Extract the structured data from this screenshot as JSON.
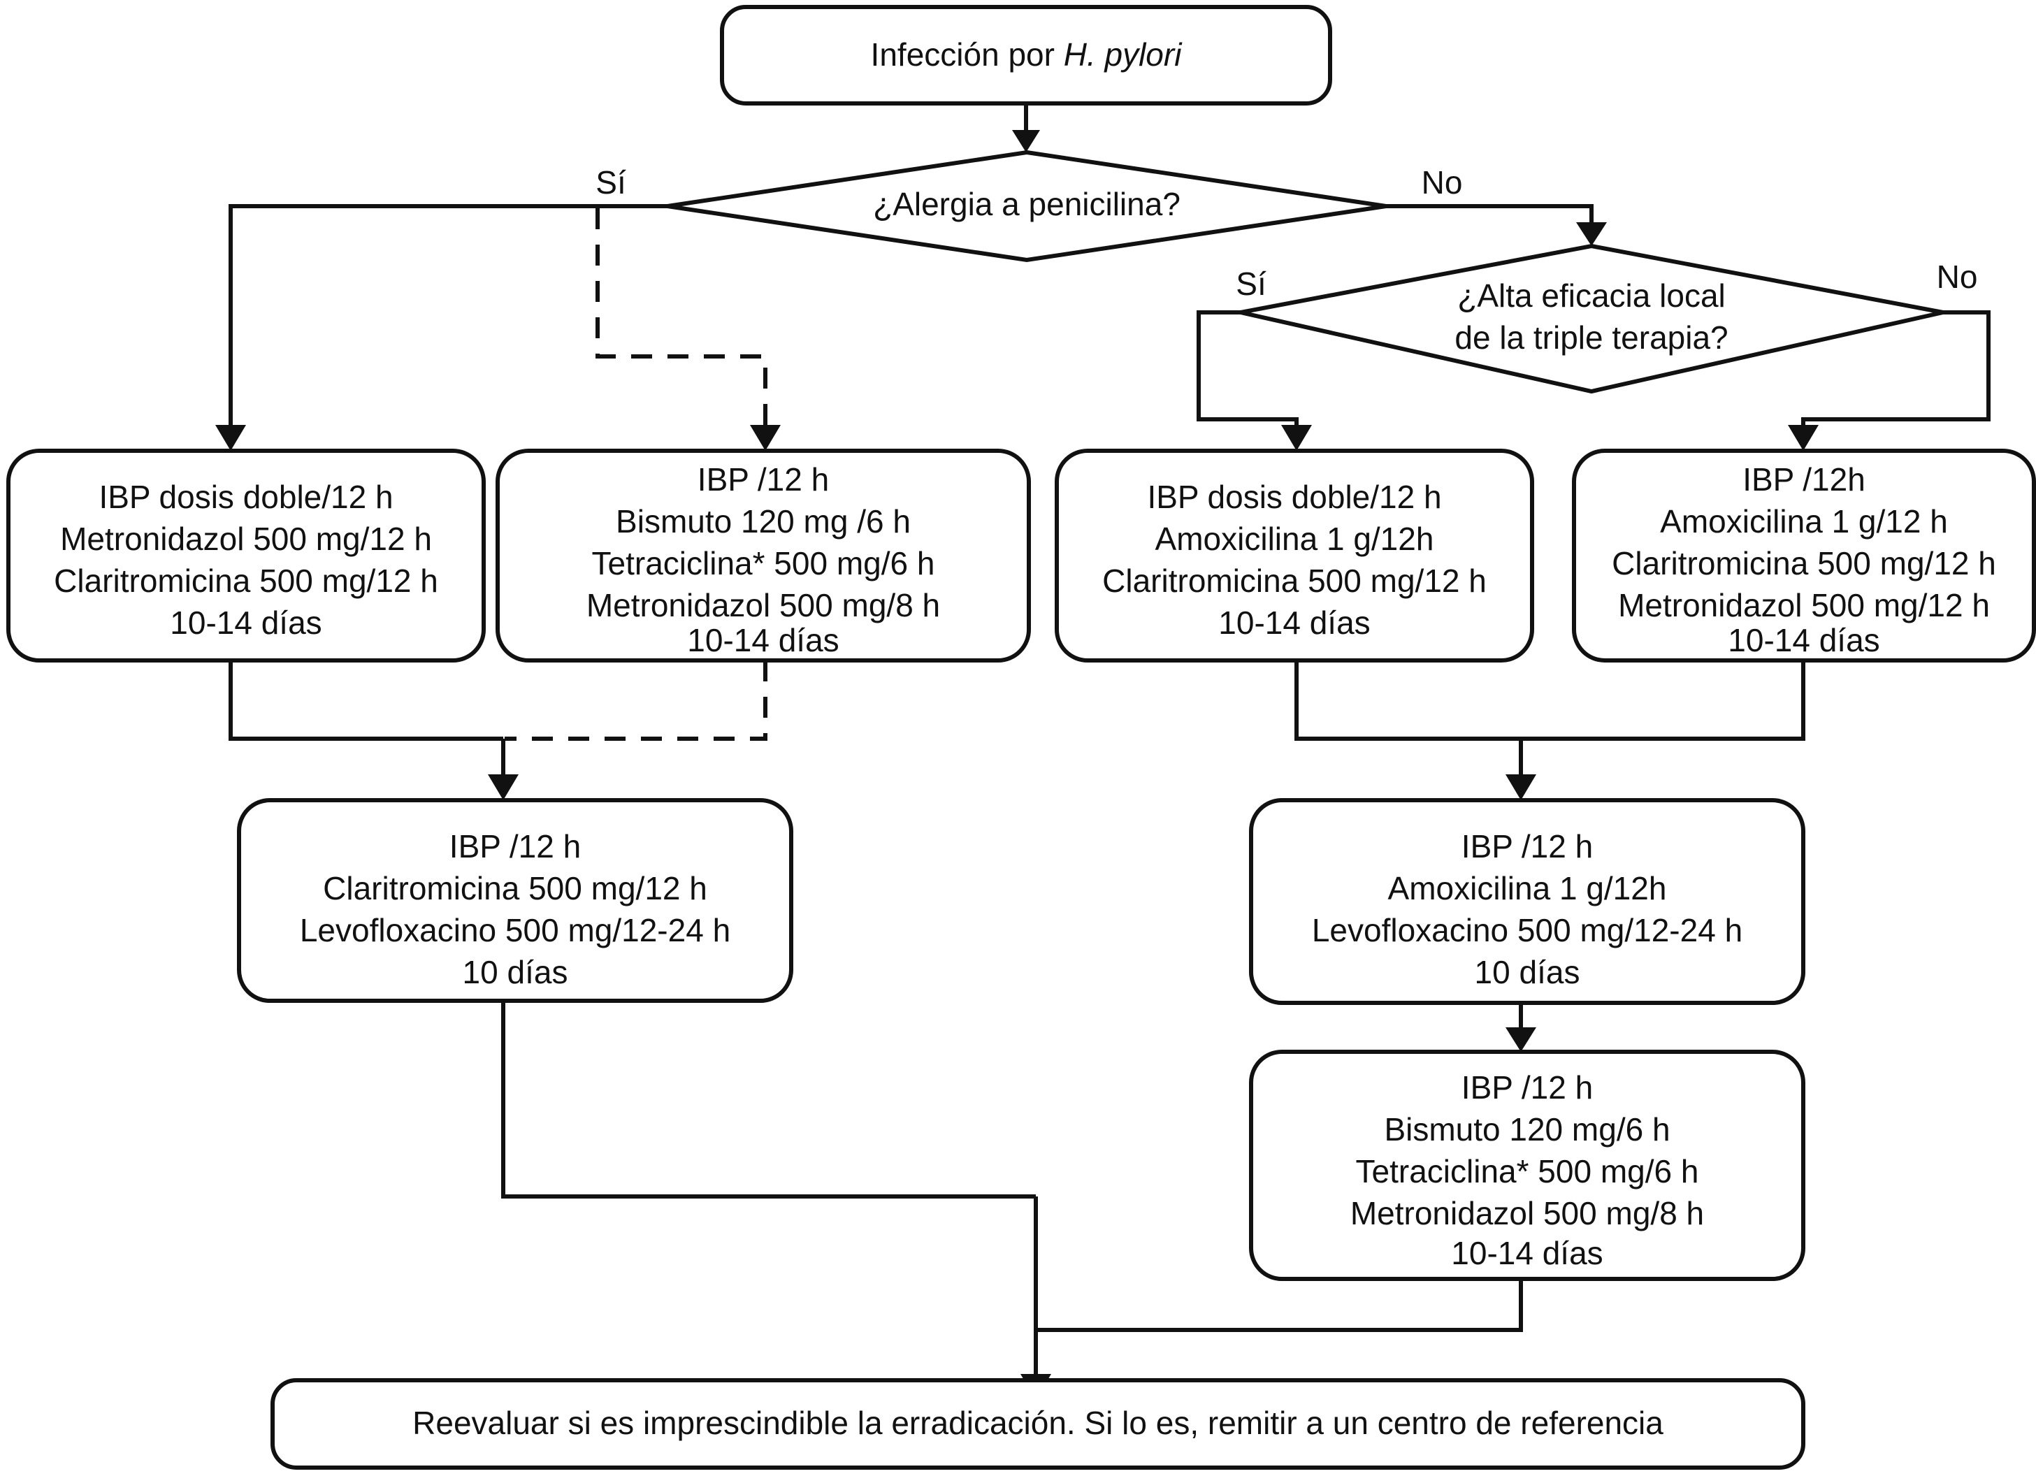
{
  "diagram": {
    "title_node": {
      "id": "infeccion",
      "label": "Infección por H. pylori",
      "label_plain": "Infección por ",
      "label_italic": "H. pylori"
    },
    "decisions": [
      {
        "id": "alergia-penicilina",
        "lines": [
          "¿Alergia a penicilina?"
        ],
        "yes_label": "Sí",
        "no_label": "No"
      },
      {
        "id": "alta-eficacia-triple",
        "lines": [
          "¿Alta eficacia local",
          "de la triple terapia?"
        ],
        "yes_label": "Sí",
        "no_label": "No"
      }
    ],
    "treatments": [
      {
        "id": "tx-metronidazol-claritromicina",
        "lines": [
          "IBP dosis doble/12 h",
          "Metronidazol 500 mg/12 h",
          "Claritromicina 500 mg/12 h",
          "10-14 días"
        ]
      },
      {
        "id": "tx-cuadruple-bismuto",
        "lines": [
          "IBP /12 h",
          "Bismuto 120 mg /6 h",
          "Tetraciclina* 500 mg/6 h",
          "Metronidazol 500 mg/8 h",
          "10-14 días"
        ]
      },
      {
        "id": "tx-triple-claritromicina",
        "lines": [
          "IBP dosis doble/12 h",
          "Amoxicilina 1 g/12h",
          "Claritromicina 500 mg/12 h",
          "10-14 días"
        ]
      },
      {
        "id": "tx-cuadruple-concomitante",
        "lines": [
          "IBP /12h",
          "Amoxicilina 1 g/12 h",
          "Claritromicina 500 mg/12 h",
          "Metronidazol 500 mg/12 h",
          "10-14 días"
        ]
      },
      {
        "id": "tx-rescate-levofloxacino-claritro",
        "lines": [
          "IBP /12 h",
          "Claritromicina 500 mg/12 h",
          "Levofloxacino 500 mg/12-24 h",
          "10 días"
        ]
      },
      {
        "id": "tx-rescate-levofloxacino-amoxi",
        "lines": [
          "IBP /12 h",
          "Amoxicilina 1 g/12h",
          "Levofloxacino 500 mg/12-24 h",
          "10 días"
        ]
      },
      {
        "id": "tx-rescate-bismuto",
        "lines": [
          "IBP /12 h",
          "Bismuto 120 mg/6 h",
          "Tetraciclina* 500 mg/6 h",
          "Metronidazol 500 mg/8 h",
          "10-14 días"
        ]
      }
    ],
    "terminal_node": {
      "id": "reevaluar",
      "label": "Reevaluar si es imprescindible la erradicación. Si lo es, remitir a un centro de referencia"
    },
    "colors": {
      "stroke": "#111111",
      "fill": "#ffffff",
      "text": "#111111"
    }
  }
}
